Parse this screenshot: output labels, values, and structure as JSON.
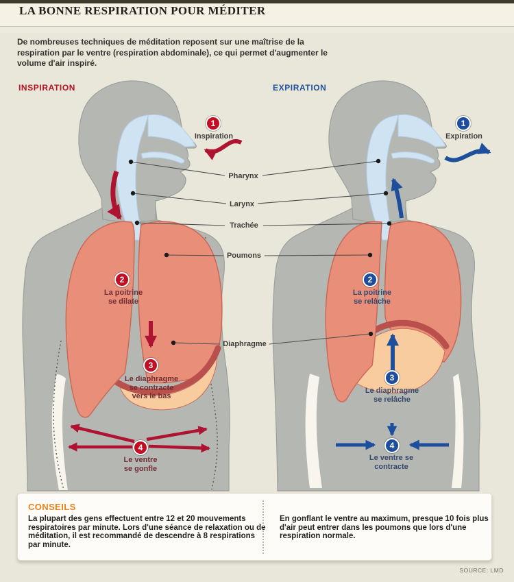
{
  "header": {
    "title": "LA BONNE RESPIRATION POUR MÉDITER"
  },
  "intro": {
    "text": "De nombreuses techniques de méditation reposent sur une maîtrise de la respiration par le ventre (respiration abdominale), ce qui permet d'augmenter le volume d'air inspiré."
  },
  "inspiration": {
    "heading": "INSPIRATION",
    "accent_color": "#b8111f",
    "steps": [
      {
        "num": "1",
        "label": "Inspiration"
      },
      {
        "num": "2",
        "label": "La poitrine se dilate"
      },
      {
        "num": "3",
        "label": "Le diaphragme se contracte vers le bas"
      },
      {
        "num": "4",
        "label": "Le ventre se gonfle"
      }
    ]
  },
  "expiration": {
    "heading": "EXPIRATION",
    "accent_color": "#1e4f9c",
    "steps": [
      {
        "num": "1",
        "label": "Expiration"
      },
      {
        "num": "2",
        "label": "La poitrine se relâche"
      },
      {
        "num": "3",
        "label": "Le diaphragme se relâche"
      },
      {
        "num": "4",
        "label": "Le ventre se contracte"
      }
    ]
  },
  "anatomy_labels": [
    "Pharynx",
    "Larynx",
    "Trachée",
    "Poumons",
    "Diaphragme"
  ],
  "conseils": {
    "heading": "CONSEILS",
    "heading_color": "#e8821d",
    "left_text": "La plupart des gens effectuent entre 12 et 20 mouvements respiratoires par minute. Lors d'une séance de relaxation ou de méditation, il est recommandé de descendre à 8 respirations par minute.",
    "right_text": "En gonflant le ventre au maximum, presque 10 fois plus d'air peut entrer dans les poumons que lors d'une respiration normale."
  },
  "footer": {
    "source": "SOURCE: LMD"
  },
  "colors": {
    "background": "#e9e6da",
    "body_gray": "#b5b8b2",
    "lungs": "#e88e79",
    "diaphragm_band": "#b9504c",
    "diaphragm_under": "#f8cc9f",
    "airway_blue": "#cfe3f3",
    "arrow_red": "#ae1331",
    "arrow_blue": "#1e4f9c"
  }
}
